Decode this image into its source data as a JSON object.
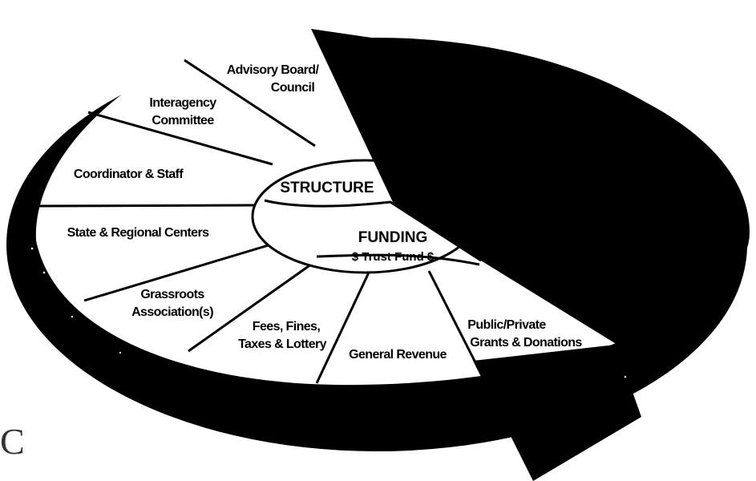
{
  "diagram": {
    "hub_structure": "STRUCTURE",
    "hub_funding": "FUNDING",
    "hub_funding_sub": "$ Trust Fund $",
    "segments": {
      "advisory": [
        "Advisory Board/",
        "Council"
      ],
      "interagency": [
        "Interagency",
        "Committee"
      ],
      "coordinator": [
        "Coordinator & Staff"
      ],
      "state_regional": [
        "State & Regional Centers"
      ],
      "grassroots": [
        "Grassroots",
        "Association(s)"
      ],
      "fees": [
        "Fees, Fines,",
        "Taxes & Lottery"
      ],
      "general_revenue": [
        "General Revenue"
      ],
      "public_private": [
        "Public/Private",
        "Grants & Donations"
      ]
    },
    "colors": {
      "ink": "#000000",
      "paper": "#ffffff"
    }
  },
  "corner_mark": "C"
}
